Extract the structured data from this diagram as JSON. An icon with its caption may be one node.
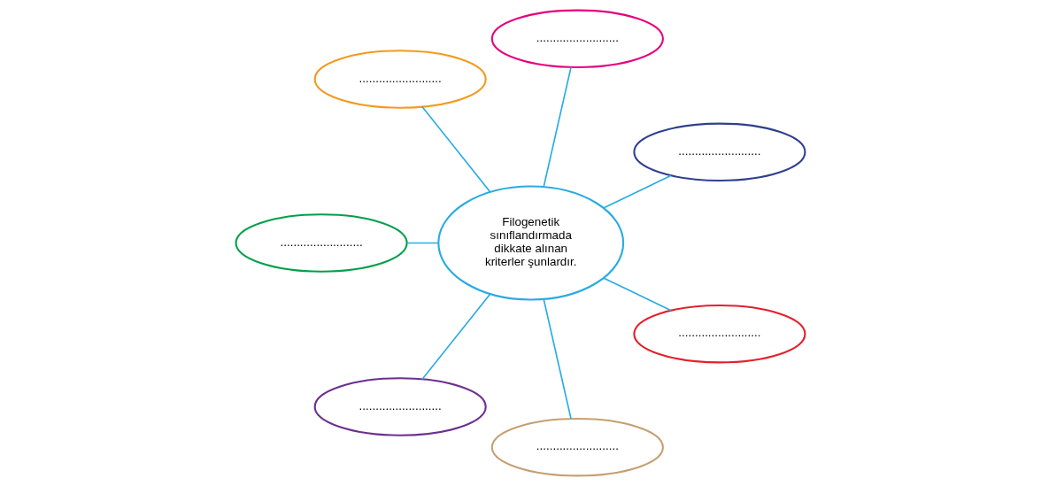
{
  "diagram": {
    "nodes": [
      {
        "text": [
          "........................."
        ]
      },
      {
        "text": [
          "........................."
        ]
      },
      {
        "text": [
          "........................."
        ]
      },
      {
        "text": [
          "Filogenetik sınıflandırmada dikkate alınan kriterler şunlardır."
        ]
      },
      {
        "text": [
          "........................."
        ]
      },
      {
        "text": [
          "........................."
        ]
      },
      {
        "text": [
          "........................."
        ]
      },
      {
        "text": [
          "........................."
        ]
      }
    ],
    "edges": [
      {
        "from": 3,
        "to": 0,
        "arrow": "none"
      },
      {
        "from": 3,
        "to": 1,
        "arrow": "none"
      },
      {
        "from": 3,
        "to": 2,
        "arrow": "none"
      },
      {
        "from": 3,
        "to": 4,
        "arrow": "none"
      },
      {
        "from": 3,
        "to": 5,
        "arrow": "none"
      },
      {
        "from": 3,
        "to": 6,
        "arrow": "none"
      },
      {
        "from": 3,
        "to": 7,
        "arrow": "none"
      }
    ]
  }
}
